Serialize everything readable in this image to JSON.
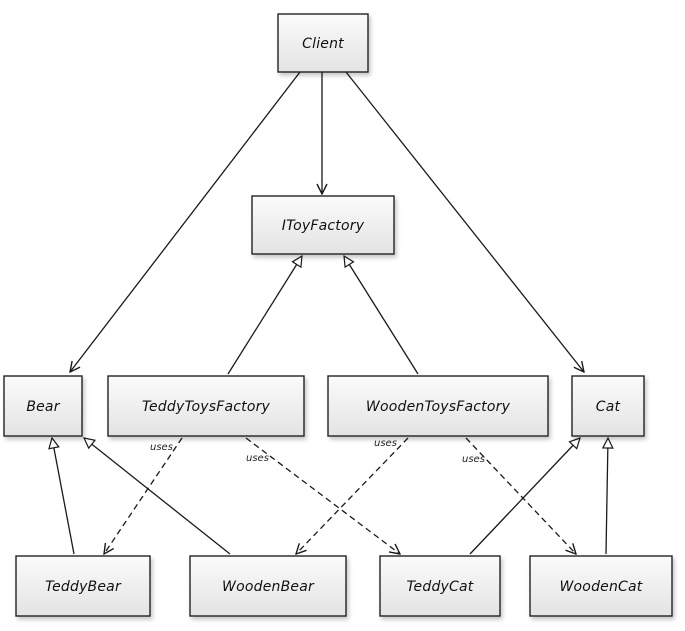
{
  "diagram": {
    "nodes": [
      {
        "id": "client",
        "label": "Client"
      },
      {
        "id": "itoyfactory",
        "label": "IToyFactory"
      },
      {
        "id": "bear",
        "label": "Bear"
      },
      {
        "id": "teddytoysfactory",
        "label": "TeddyToysFactory"
      },
      {
        "id": "woodentoysfactory",
        "label": "WoodenToysFactory"
      },
      {
        "id": "cat",
        "label": "Cat"
      },
      {
        "id": "teddybear",
        "label": "TeddyBear"
      },
      {
        "id": "woodenbear",
        "label": "WoodenBear"
      },
      {
        "id": "teddycat",
        "label": "TeddyCat"
      },
      {
        "id": "woodencat",
        "label": "WoodenCat"
      }
    ],
    "edges": [
      {
        "from": "client",
        "to": "itoyfactory",
        "kind": "association",
        "label": ""
      },
      {
        "from": "client",
        "to": "bear",
        "kind": "association",
        "label": ""
      },
      {
        "from": "client",
        "to": "cat",
        "kind": "association",
        "label": ""
      },
      {
        "from": "teddytoysfactory",
        "to": "itoyfactory",
        "kind": "realization",
        "label": ""
      },
      {
        "from": "woodentoysfactory",
        "to": "itoyfactory",
        "kind": "realization",
        "label": ""
      },
      {
        "from": "teddybear",
        "to": "bear",
        "kind": "realization",
        "label": ""
      },
      {
        "from": "woodenbear",
        "to": "bear",
        "kind": "realization",
        "label": ""
      },
      {
        "from": "teddycat",
        "to": "cat",
        "kind": "realization",
        "label": ""
      },
      {
        "from": "woodencat",
        "to": "cat",
        "kind": "realization",
        "label": ""
      },
      {
        "from": "teddytoysfactory",
        "to": "teddybear",
        "kind": "dependency",
        "label": "uses"
      },
      {
        "from": "teddytoysfactory",
        "to": "teddycat",
        "kind": "dependency",
        "label": "uses"
      },
      {
        "from": "woodentoysfactory",
        "to": "woodenbear",
        "kind": "dependency",
        "label": "uses"
      },
      {
        "from": "woodentoysfactory",
        "to": "woodencat",
        "kind": "dependency",
        "label": "uses"
      }
    ]
  }
}
